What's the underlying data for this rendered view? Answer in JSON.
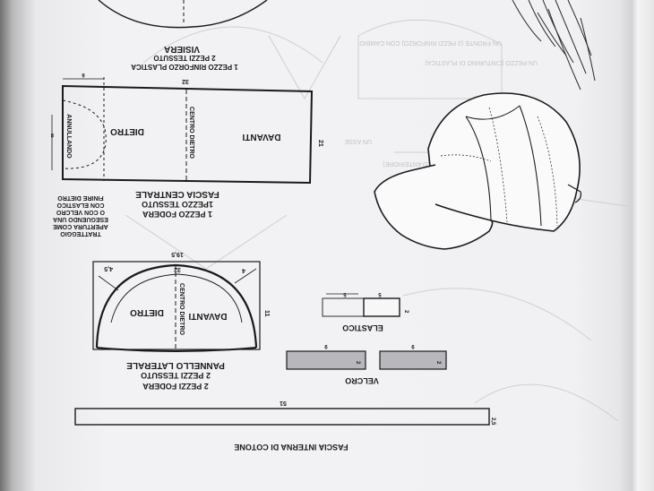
{
  "sheet": {
    "visor": {
      "title": "VISIERA",
      "line1": "2 PEZZI TESSUTO",
      "line2": "1 PEZZO RINFORZO PLASTICA"
    },
    "central_band": {
      "title": "FASCIA CENTRALE",
      "line1": "1PEZZO TESSUTO",
      "line2": "1 PEZZO FODERA",
      "label_back": "DIETRO",
      "label_front": "DAVANTI",
      "label_center": "CENTRO DIETRO",
      "label_fold": "ANNULLANDO",
      "dim_top": "32",
      "dim_left": "6",
      "dim_side": "21",
      "dim_vertical": "8",
      "note": [
        "FINIRE DIETRO",
        "CON ELASTICO",
        "O CON VELCRO",
        "ESEGUENDO UNA",
        "APERTURA COME",
        "TRATTEGGIO"
      ]
    },
    "side_panel": {
      "title": "PANNELLO LATERALE",
      "line1": "2 PEZZI TESSUTO",
      "line2": "2 PEZZI FODERA",
      "label_back": "DIETRO",
      "label_front": "DAVANTI",
      "label_center": "CENTRO DIETRO",
      "dim_top": "19,5",
      "dim_arc": "32",
      "dim_left": "4,5",
      "dim_right": "4",
      "dim_side": "11"
    },
    "elastic": {
      "title": "ELASTICO",
      "dim_a": "5",
      "dim_b": "5",
      "dim_h": "2"
    },
    "velcro": {
      "title": "VELCRO",
      "dim_1": "9",
      "dim_2": "9",
      "dim_h1": "2",
      "dim_h2": "2"
    },
    "inner_band": {
      "title": "FASCIA INTERNA DI COTONE",
      "dim_len": "51",
      "dim_h": "2,5"
    },
    "bleed_through": [
      "UN FRONTE (2 PEZZI RINFORZO) CON CAMBIO",
      "UN PEZZO (CINTURINO DI PLASTICA)",
      "UN ASSE",
      "UNA CINTURA (1 PEZZO DI RINFORZO ANTERIORE)"
    ]
  },
  "colors": {
    "ink": "#1a1a1a",
    "paper": "#f2f2f4",
    "gray_fill": "#b8b8bc",
    "faint": "#c9c9cd"
  }
}
